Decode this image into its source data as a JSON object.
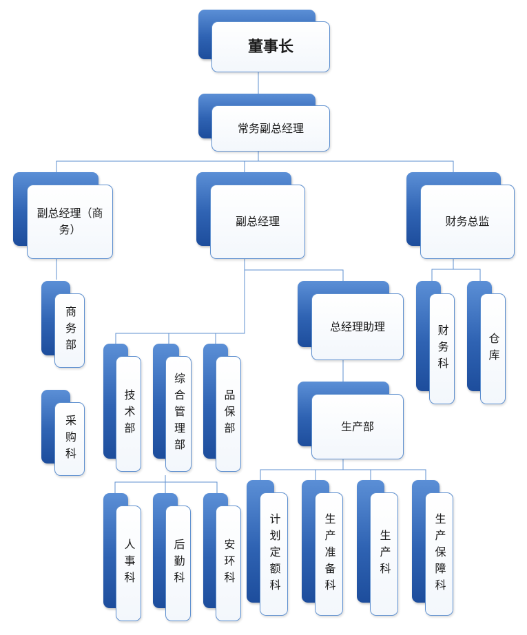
{
  "org_chart": {
    "chairman": "董事长",
    "exec_vp": "常务副总经理",
    "vp_business": "副总经理（商务）",
    "vp": "副总经理",
    "cfo": "财务总监",
    "business_dept": "商务部",
    "purchasing": "采购科",
    "tech_dept": "技术部",
    "general_mgmt": "综合管理部",
    "qa_dept": "品保部",
    "gm_assistant": "总经理助理",
    "production_dept": "生产部",
    "hr": "人事科",
    "logistics": "后勤科",
    "safety_env": "安环科",
    "planning_quota": "计划定额科",
    "production_prep": "生产准备科",
    "production_section": "生产科",
    "production_support": "生产保障科",
    "finance_section": "财务科",
    "warehouse": "仓库"
  },
  "colors": {
    "box_back": "#2f63b3",
    "box_border": "#5d8fcf",
    "connector": "#5d8fcf"
  }
}
